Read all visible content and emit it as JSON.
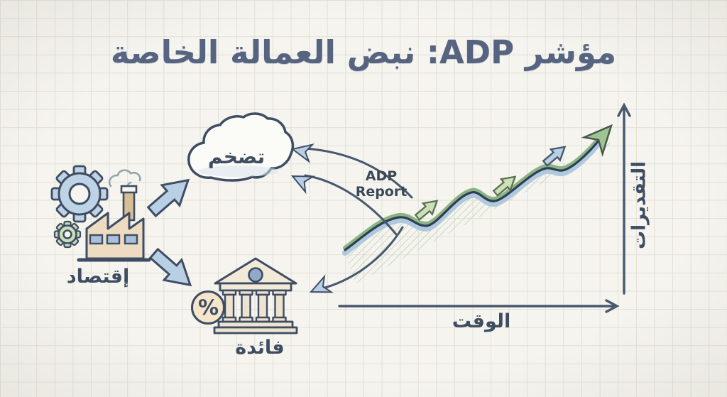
{
  "title": "مؤشر ADP: نبض العمالة الخاصة",
  "diagram": {
    "economy": {
      "label": "إقتصاد"
    },
    "inflation": {
      "label": "تضخم"
    },
    "interest": {
      "label": "فائدة",
      "percent_symbol": "%"
    },
    "report": {
      "line1": "ADP",
      "line2": "Report"
    }
  },
  "chart": {
    "x_axis_label": "الوقت",
    "y_axis_label": "التقديرات"
  },
  "chart_data": {
    "type": "line",
    "title": "",
    "xlabel": "الوقت",
    "ylabel": "التقديرات",
    "x": [
      0,
      1,
      2,
      3,
      4,
      5,
      6,
      7,
      8
    ],
    "y": [
      1.0,
      2.1,
      1.9,
      3.1,
      2.9,
      4.1,
      4.0,
      4.2,
      5.8
    ],
    "trend": "increasing",
    "legend": [],
    "grid": true,
    "annotations": [
      "ADP Report"
    ]
  },
  "colors": {
    "ink": "#3e4d63",
    "accent_blue_fill": "#b9cfe4",
    "accent_green_fill": "#cde0ba",
    "line_green": "#8cb383",
    "line_navy": "#2e3f54",
    "line_blue_shadow": "#a9c4dd",
    "paper": "#f5f4ef",
    "bank_fill": "#f3e9d7",
    "factory_fill": "#eddcc1"
  }
}
